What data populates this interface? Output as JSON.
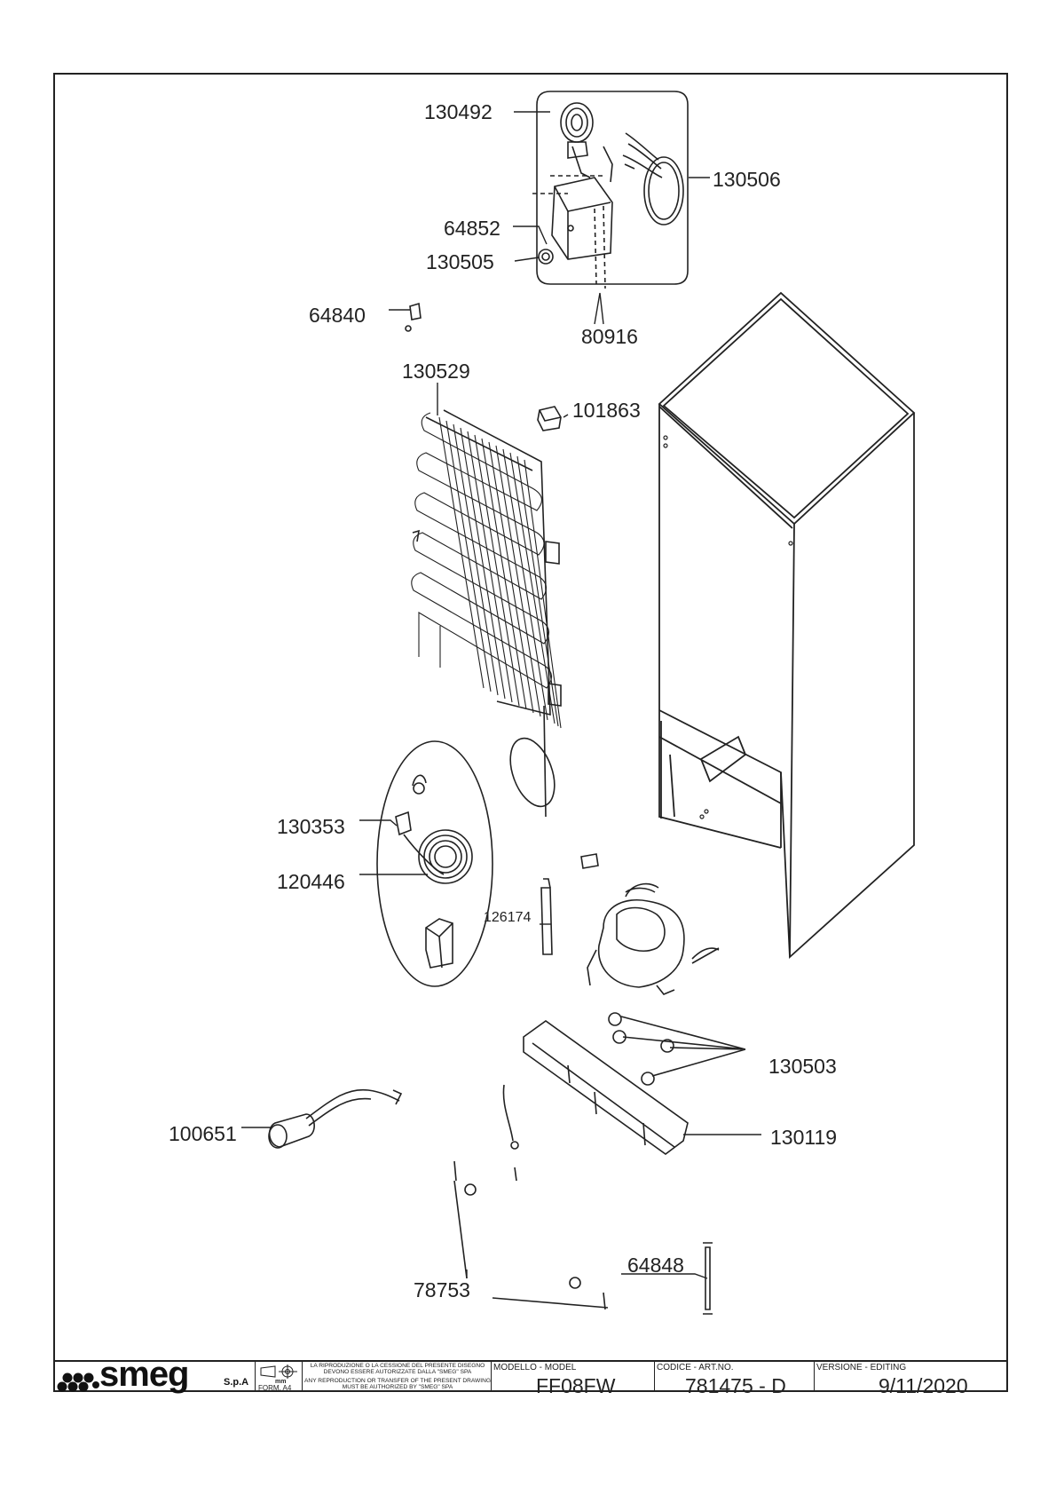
{
  "parts": [
    {
      "id": "p130492",
      "code": "130492"
    },
    {
      "id": "p130506",
      "code": "130506"
    },
    {
      "id": "p64852",
      "code": "64852"
    },
    {
      "id": "p130505",
      "code": "130505"
    },
    {
      "id": "p64840",
      "code": "64840"
    },
    {
      "id": "p80916",
      "code": "80916"
    },
    {
      "id": "p130529",
      "code": "130529"
    },
    {
      "id": "p101863",
      "code": "101863"
    },
    {
      "id": "p130353",
      "code": "130353"
    },
    {
      "id": "p120446",
      "code": "120446"
    },
    {
      "id": "p126174",
      "code": "126174"
    },
    {
      "id": "p130503",
      "code": "130503"
    },
    {
      "id": "p100651",
      "code": "100651"
    },
    {
      "id": "p130119",
      "code": "130119"
    },
    {
      "id": "p64848",
      "code": "64848"
    },
    {
      "id": "p78753",
      "code": "78753"
    }
  ],
  "title_block": {
    "logo": "smeg",
    "logo_suffix": "S.p.A",
    "unit": "mm",
    "form": "FORM. A4",
    "notice_it": "LA RIPRODUZIONE O LA CESSIONE DEL PRESENTE DISEGNO DEVONO ESSERE AUTORIZZATE DALLA \"SMEG\" SPA",
    "notice_en": "ANY REPRODUCTION OR TRANSFER OF THE PRESENT DRAWING MUST BE AUTHORIZED BY \"SMEG\" SPA",
    "model_header": "MODELLO - MODEL",
    "model_value": "FF08FW",
    "code_header": "CODICE - ART.NO.",
    "code_value": "781475 - D",
    "version_header": "VERSIONE - EDITING",
    "version_value": "9/11/2020"
  }
}
